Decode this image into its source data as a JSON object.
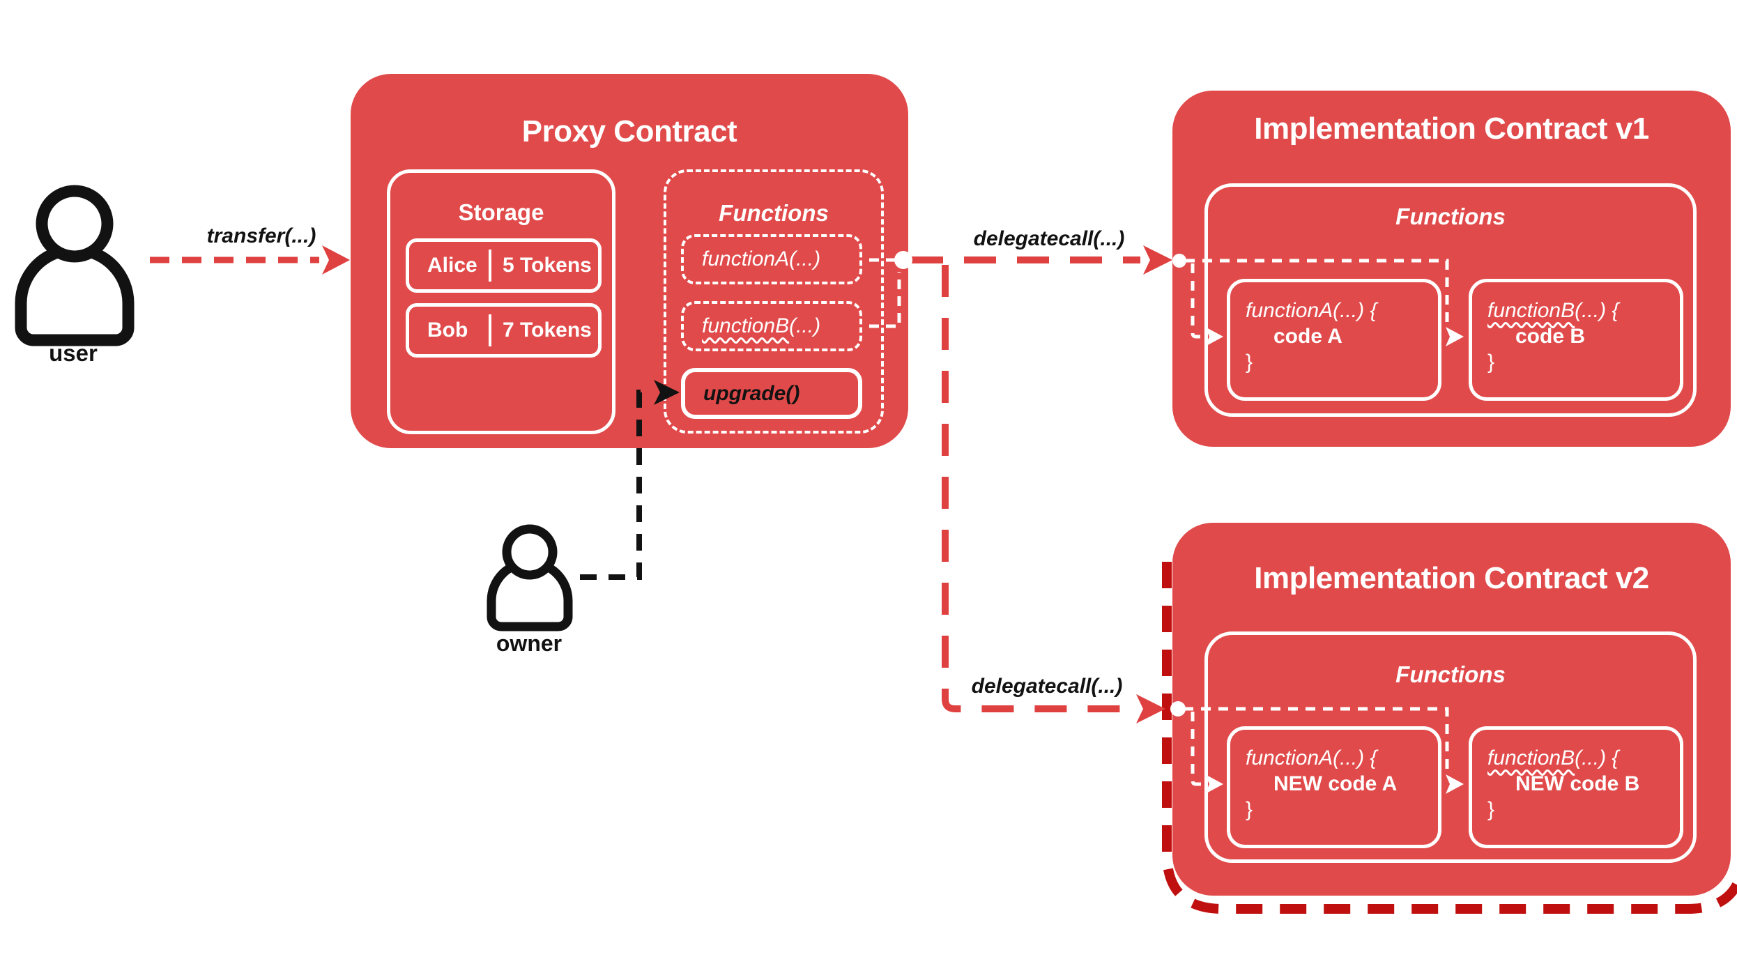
{
  "colors": {
    "box_red": "#e14a4a",
    "line_red": "#df4040",
    "dark_red": "#c00f0f",
    "text_black": "#121212",
    "white": "#ffffff"
  },
  "user": {
    "label": "user"
  },
  "owner": {
    "label": "owner"
  },
  "arrows": {
    "transfer": "transfer(...)",
    "delegatecall_v1": "delegatecall(...)",
    "delegatecall_v2": "delegatecall(...)"
  },
  "proxy": {
    "title": "Proxy Contract",
    "storage": {
      "title": "Storage",
      "rows": [
        {
          "name": "Alice",
          "value": "5 Tokens"
        },
        {
          "name": "Bob",
          "value": "7 Tokens"
        }
      ]
    },
    "functions": {
      "title": "Functions",
      "function_a": "functionA(...)",
      "function_b_name": "functionB",
      "function_b_args": "(...)",
      "upgrade": "upgrade()"
    }
  },
  "impl_v1": {
    "title": "Implementation Contract v1",
    "functions_title": "Functions",
    "function_a": {
      "signature": "functionA(...) {",
      "body": "code A",
      "close": "}"
    },
    "function_b": {
      "name": "functionB",
      "args": "(...) {",
      "body": "code B",
      "close": "}"
    }
  },
  "impl_v2": {
    "title": "Implementation Contract v2",
    "functions_title": "Functions",
    "function_a": {
      "signature": "functionA(...) {",
      "body": "NEW code A",
      "close": "}"
    },
    "function_b": {
      "name": "functionB",
      "args": "(...) {",
      "body": "NEW code B",
      "close": "}"
    }
  }
}
